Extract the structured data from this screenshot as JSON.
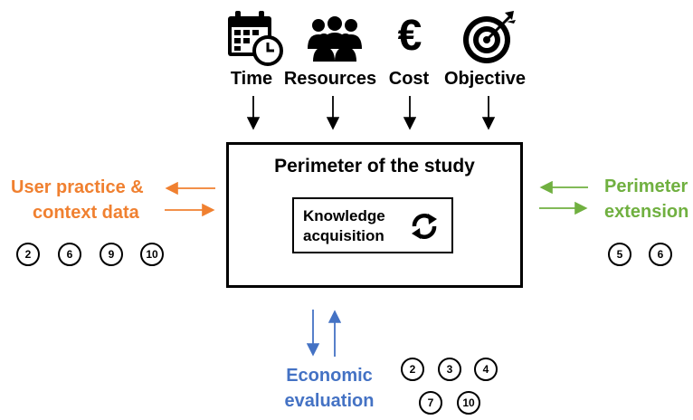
{
  "inputs": {
    "time": {
      "label": "Time",
      "icon": "calendar-clock-icon"
    },
    "resources": {
      "label": "Resources",
      "icon": "people-group-icon"
    },
    "cost": {
      "label": "Cost",
      "icon": "euro-icon",
      "symbol": "€"
    },
    "objective": {
      "label": "Objective",
      "icon": "target-icon"
    }
  },
  "main_box": {
    "title": "Perimeter of the study",
    "inner": {
      "line1": "Knowledge",
      "line2": "acquisition",
      "icon": "refresh-icon"
    }
  },
  "left_side": {
    "line1": "User practice &",
    "line2": "context data",
    "color": "#f08030",
    "badges": [
      "2",
      "6",
      "9",
      "10"
    ]
  },
  "right_side": {
    "line1": "Perimeter",
    "line2": "extension",
    "color": "#70b040",
    "badges": [
      "5",
      "6"
    ]
  },
  "bottom": {
    "line1": "Economic",
    "line2": "evaluation",
    "color": "#4472c4",
    "badges_row1": [
      "2",
      "3",
      "4"
    ],
    "badges_row2": [
      "7",
      "10"
    ]
  }
}
